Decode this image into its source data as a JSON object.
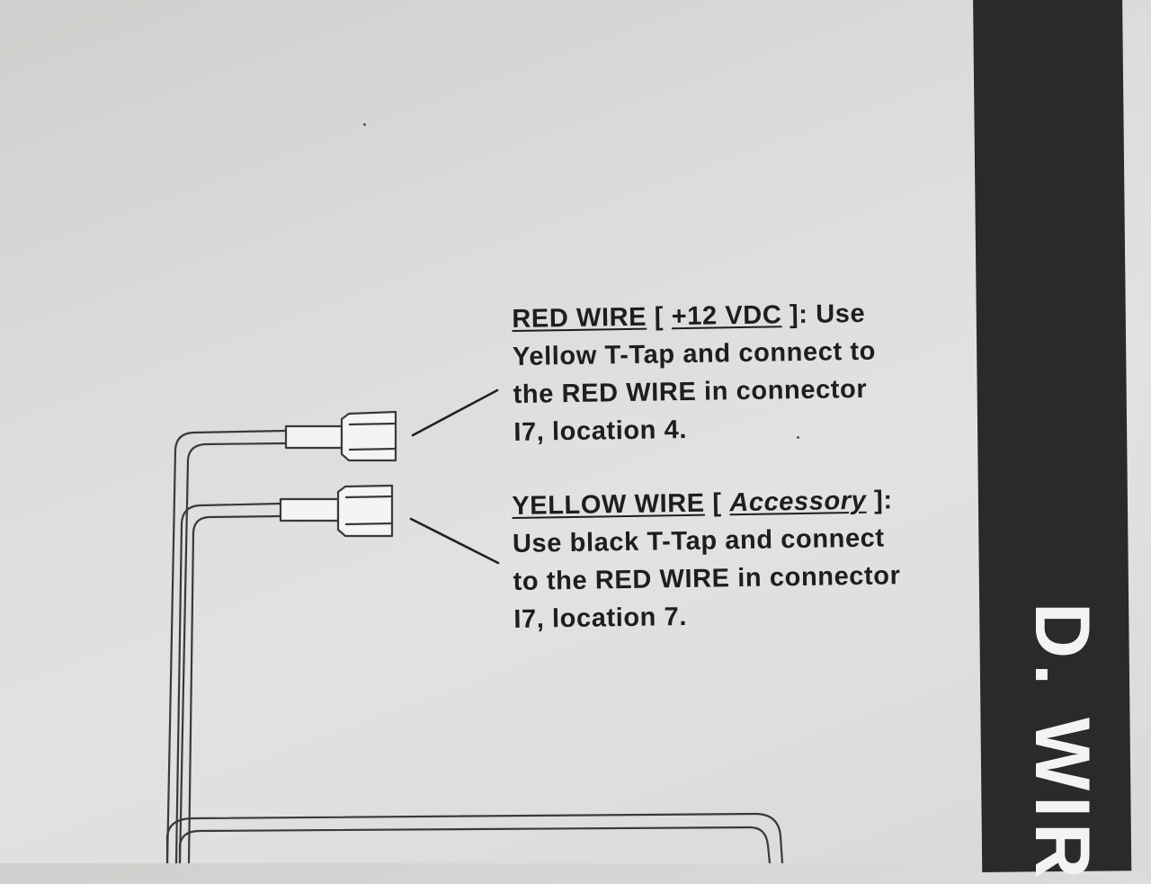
{
  "red_note": {
    "line1_label": "RED WIRE",
    "line1_open": " [ ",
    "line1_value": "+12 VDC",
    "line1_close": " ]: Use",
    "line2": "Yellow T-Tap and connect to",
    "line3": "the RED WIRE in connector",
    "line4": "I7, location 4."
  },
  "yellow_note": {
    "line1_label": "YELLOW WIRE",
    "line1_open": " [ ",
    "line1_value": "Accessory",
    "line1_close": " ]:",
    "line2": "Use black T-Tap and connect",
    "line3": "to the RED WIRE in connector",
    "line4": "I7, location 7."
  },
  "side_band": {
    "title": "D. WIR"
  }
}
